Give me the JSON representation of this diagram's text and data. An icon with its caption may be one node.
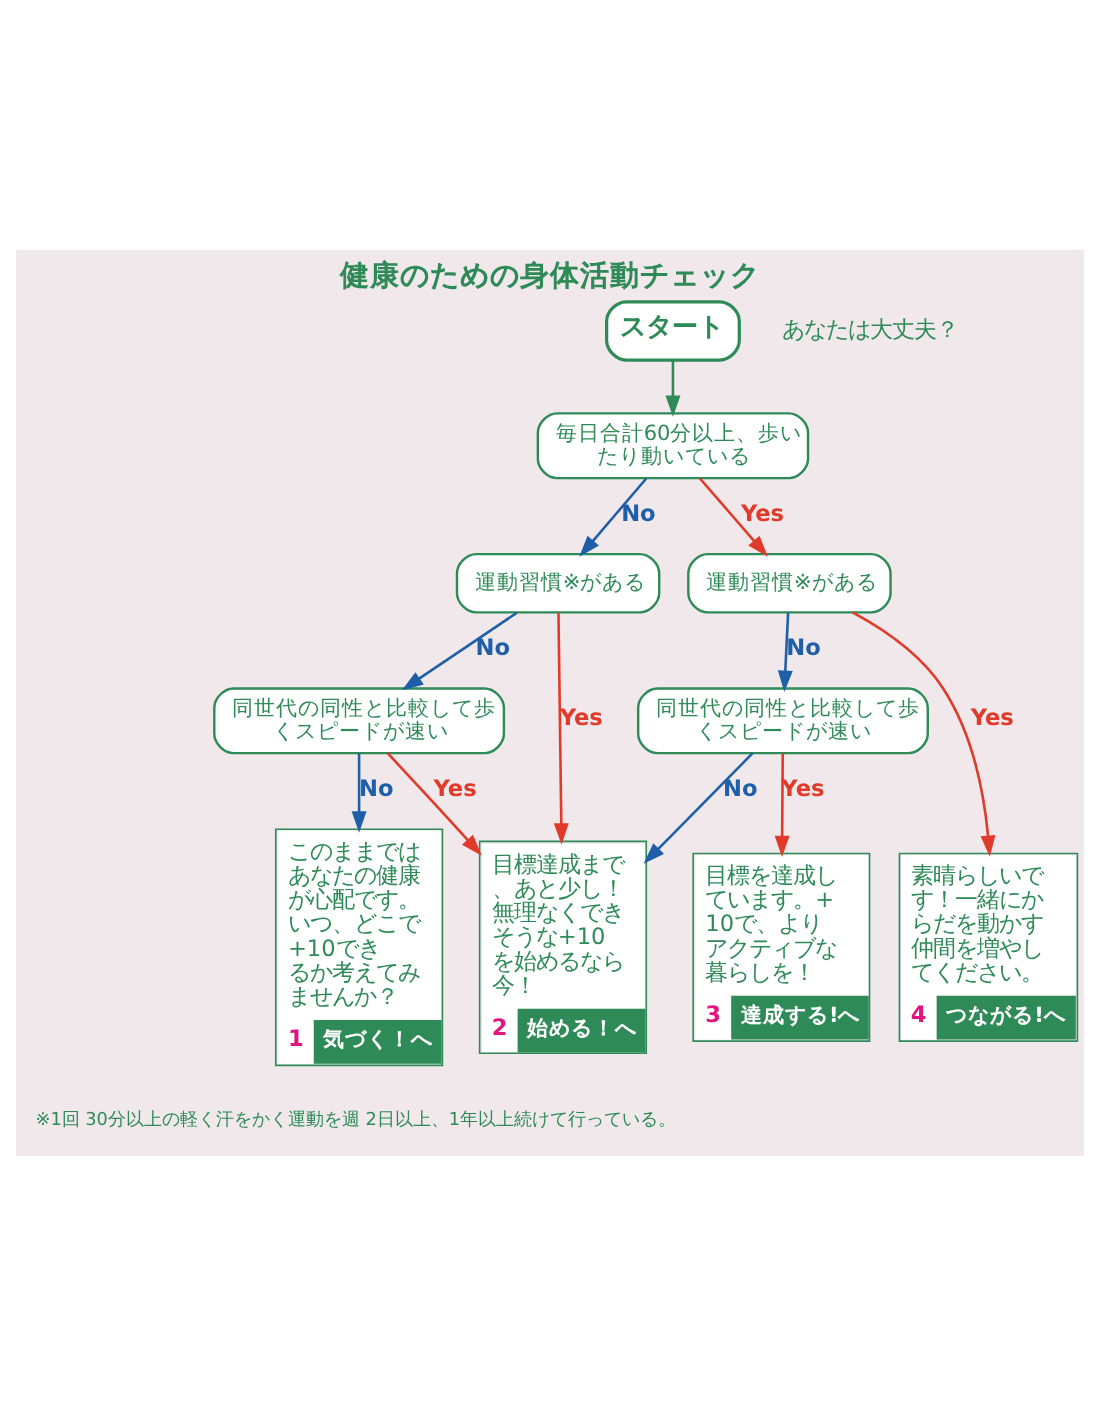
{
  "diagram": {
    "title": "健康のための身体活動チェック",
    "nodes": [
      {
        "text": [
          "スタート"
        ]
      },
      {
        "text": [
          "毎日合計60分以上、歩いたり動いている"
        ]
      },
      {
        "text": [
          "運動習慣※がある"
        ]
      },
      {
        "text": [
          "運動習慣※がある"
        ]
      },
      {
        "text": [
          "同世代の同性と比較して歩くスピードが速い"
        ]
      },
      {
        "text": [
          "同世代の同性と比較して歩くスピードが速い"
        ]
      },
      {
        "text": [
          "このままではあなたの健康が心配です。いつ、どこで +10できるか考えてみませんか？",
          "1",
          "気づく！へ"
        ]
      },
      {
        "text": [
          "目標達成まで、あと少し！無理なくできそうな+10を始めるなら今！",
          "2",
          "始める！へ"
        ]
      },
      {
        "text": [
          "目標を達成しています。+10で、よりアクティブな暮らしを！",
          "3",
          "達成する!へ"
        ]
      },
      {
        "text": [
          "素晴らしいです！一緒にからだを動かす仲間を増やしてください。",
          "4",
          "つながる!へ"
        ]
      }
    ],
    "edges": [
      {
        "from": 0,
        "to": 1,
        "arrow": "to"
      },
      {
        "from": 1,
        "to": 2,
        "arrow": "to",
        "label": "No",
        "color": "#1f5fa8"
      },
      {
        "from": 1,
        "to": 3,
        "arrow": "to",
        "label": "Yes",
        "color": "#e03a2a"
      },
      {
        "from": 2,
        "to": 4,
        "arrow": "to",
        "label": "No",
        "color": "#1f5fa8"
      },
      {
        "from": 2,
        "to": 7,
        "arrow": "to",
        "label": "Yes",
        "color": "#e03a2a"
      },
      {
        "from": 3,
        "to": 5,
        "arrow": "to",
        "label": "No",
        "color": "#1f5fa8"
      },
      {
        "from": 3,
        "to": 9,
        "arrow": "to",
        "label": "Yes",
        "color": "#e03a2a"
      },
      {
        "from": 4,
        "to": 6,
        "arrow": "to",
        "label": "No",
        "color": "#1f5fa8"
      },
      {
        "from": 4,
        "to": 7,
        "arrow": "to",
        "label": "Yes",
        "color": "#e03a2a"
      },
      {
        "from": 5,
        "to": 7,
        "arrow": "to",
        "label": "No",
        "color": "#1f5fa8"
      },
      {
        "from": 5,
        "to": 8,
        "arrow": "to",
        "label": "Yes",
        "color": "#e03a2a"
      }
    ],
    "labels": [
      "あなたは大丈夫？",
      "※1回 30分以上の軽く汗をかく運動を週 2日以上、1年以上続けて行っている。"
    ]
  }
}
